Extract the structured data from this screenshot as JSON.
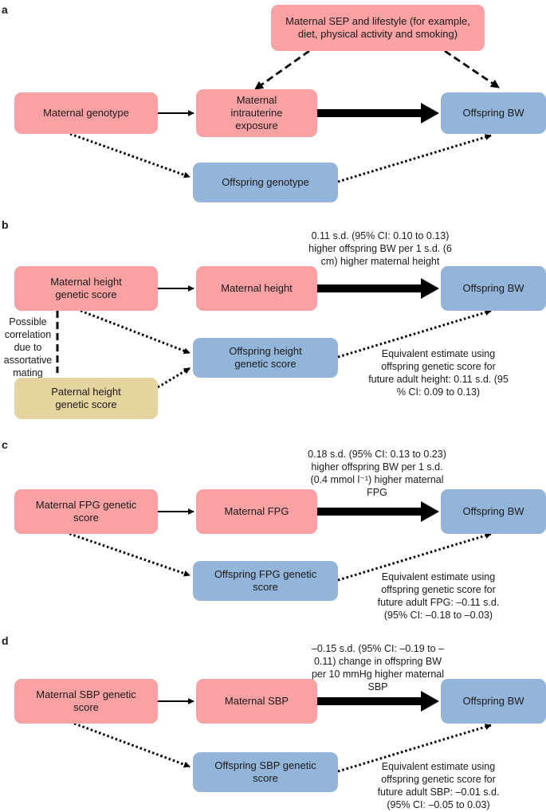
{
  "colors": {
    "maternal": "#f9a1a3",
    "offspring": "#93b5d9",
    "paternal": "#e6d49f"
  },
  "panel_a": {
    "label": "a",
    "maternal_sep": "Maternal SEP and lifestyle (for example, diet, physical activity and smoking)",
    "maternal_genotype": "Maternal genotype",
    "maternal_exposure": "Maternal intrauterine exposure",
    "offspring_bw": "Offspring BW",
    "offspring_genotype": "Offspring genotype"
  },
  "panel_b": {
    "label": "b",
    "maternal_score": "Maternal height genetic score",
    "maternal_trait": "Maternal height",
    "offspring_bw": "Offspring BW",
    "offspring_score": "Offspring height genetic score",
    "paternal_score": "Paternal height genetic score",
    "correlation_note": "Possible correlation due to assortative mating",
    "effect_note": "0.11 s.d. (95% CI: 0.10 to 0.13) higher offspring BW per 1 s.d. (6 cm) higher maternal height",
    "equiv_note": "Equivalent estimate using offspring genetic score for future adult height: 0.11 s.d. (95 % CI: 0.09 to 0.13)"
  },
  "panel_c": {
    "label": "c",
    "maternal_score": "Maternal FPG genetic score",
    "maternal_trait": "Maternal FPG",
    "offspring_bw": "Offspring BW",
    "offspring_score": "Offspring FPG genetic score",
    "effect_note": "0.18 s.d. (95% CI: 0.13 to 0.23) higher offspring BW per 1 s.d. (0.4 mmol l⁻¹) higher maternal FPG",
    "equiv_note": "Equivalent estimate using offspring genetic score for future adult FPG: –0.11 s.d. (95% CI: –0.18 to –0.03)"
  },
  "panel_d": {
    "label": "d",
    "maternal_score": "Maternal SBP genetic score",
    "maternal_trait": "Maternal SBP",
    "offspring_bw": "Offspring BW",
    "offspring_score": "Offspring SBP genetic score",
    "effect_note": "–0.15 s.d. (95% CI: –0.19 to –0.11) change in offspring BW per 10 mmHg higher maternal SBP",
    "equiv_note": "Equivalent estimate using offspring genetic score for future adult SBP: –0.01 s.d. (95% CI: –0.05 to 0.03)"
  }
}
